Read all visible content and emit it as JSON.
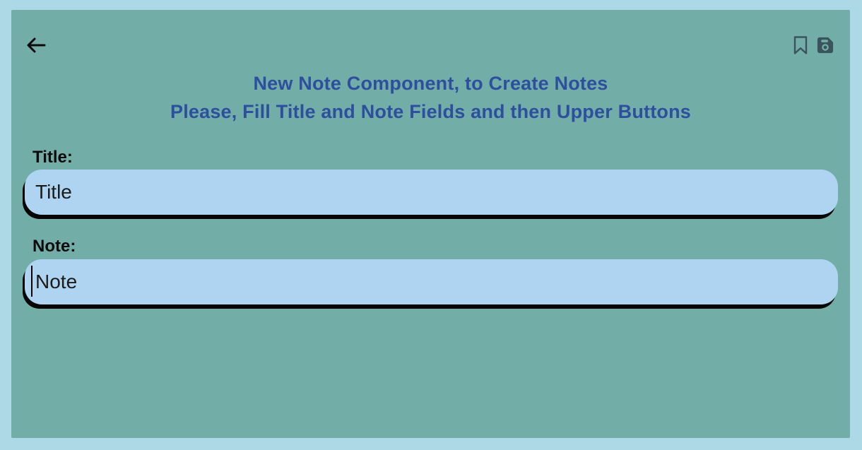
{
  "header": {
    "back_icon": "back-arrow",
    "bookmark_icon": "bookmark-outline",
    "save_icon": "floppy-disk"
  },
  "heading": {
    "line1": "New Note Component, to Create Notes",
    "line2": "Please, Fill Title and Note Fields and then Upper Buttons"
  },
  "form": {
    "title_label": "Title:",
    "title_value": "Title",
    "note_label": "Note:",
    "note_value": "Note"
  },
  "colors": {
    "page_background": "#add8e6",
    "panel_background": "#72ada8",
    "heading_text": "#2e4f9e",
    "input_background": "#aed4f2",
    "icon_color": "#3a545e",
    "shadow_color": "#050505"
  }
}
